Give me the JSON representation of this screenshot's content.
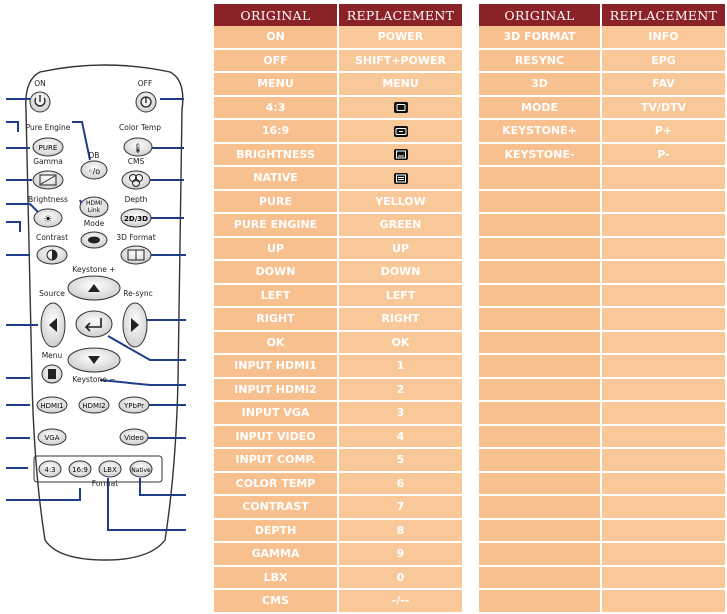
{
  "remote": {
    "labels": {
      "on": "ON",
      "off": "OFF",
      "pure_engine": "Pure Engine",
      "pure": "PURE",
      "color_temp": "Color Temp",
      "db": "DB",
      "gamma": "Gamma",
      "cms": "CMS",
      "brightness": "Brightness",
      "hdmi_link_1": "HDMI",
      "hdmi_link_2": "Link",
      "depth": "Depth",
      "depth_btn": "2D/3D",
      "contrast": "Contrast",
      "mode": "Mode",
      "format_3d": "3D Format",
      "keystone_plus": "Keystone +",
      "source": "Source",
      "resync": "Re-sync",
      "menu": "Menu",
      "keystone_minus": "Keystone −",
      "hdmi1": "HDMI1",
      "hdmi2": "HDMI2",
      "ypbpr": "YPbPr",
      "vga": "VGA",
      "video": "Video",
      "r43": "4:3",
      "r169": "16:9",
      "lbx": "LBX",
      "native": "Native",
      "format": "Format"
    }
  },
  "tables": {
    "left": {
      "headers": {
        "original": "ORIGINAL",
        "replacement": "REPLACEMENT"
      },
      "rows": [
        {
          "original": "ON",
          "replacement": "POWER",
          "icon": ""
        },
        {
          "original": "OFF",
          "replacement": "SHIFT+POWER",
          "icon": ""
        },
        {
          "original": "MENU",
          "replacement": "MENU",
          "icon": ""
        },
        {
          "original": "4:3",
          "replacement": "",
          "icon": "aspect-4-3-key-icon"
        },
        {
          "original": "16:9",
          "replacement": "",
          "icon": "aspect-16-9-key-icon"
        },
        {
          "original": "BRIGHTNESS",
          "replacement": "",
          "icon": "subtitle-key-icon"
        },
        {
          "original": "NATIVE",
          "replacement": "",
          "icon": "teletext-key-icon"
        },
        {
          "original": "PURE",
          "replacement": "YELLOW",
          "icon": ""
        },
        {
          "original": "PURE ENGINE",
          "replacement": "GREEN",
          "icon": ""
        },
        {
          "original": "UP",
          "replacement": "UP",
          "icon": ""
        },
        {
          "original": "DOWN",
          "replacement": "DOWN",
          "icon": ""
        },
        {
          "original": "LEFT",
          "replacement": "LEFT",
          "icon": ""
        },
        {
          "original": "RIGHT",
          "replacement": "RIGHT",
          "icon": ""
        },
        {
          "original": "OK",
          "replacement": "OK",
          "icon": ""
        },
        {
          "original": "INPUT HDMI1",
          "replacement": "1",
          "icon": ""
        },
        {
          "original": "INPUT HDMI2",
          "replacement": "2",
          "icon": ""
        },
        {
          "original": "INPUT VGA",
          "replacement": "3",
          "icon": ""
        },
        {
          "original": "INPUT VIDEO",
          "replacement": "4",
          "icon": ""
        },
        {
          "original": "INPUT COMP.",
          "replacement": "5",
          "icon": ""
        },
        {
          "original": "COLOR TEMP",
          "replacement": "6",
          "icon": ""
        },
        {
          "original": "CONTRAST",
          "replacement": "7",
          "icon": ""
        },
        {
          "original": "DEPTH",
          "replacement": "8",
          "icon": ""
        },
        {
          "original": "GAMMA",
          "replacement": "9",
          "icon": ""
        },
        {
          "original": "LBX",
          "replacement": "0",
          "icon": ""
        },
        {
          "original": "CMS",
          "replacement": "-/--",
          "icon": ""
        }
      ]
    },
    "right": {
      "headers": {
        "original": "ORIGINAL",
        "replacement": "REPLACEMENT"
      },
      "rows": [
        {
          "original": "3D FORMAT",
          "replacement": "INFO"
        },
        {
          "original": "RESYNC",
          "replacement": "EPG"
        },
        {
          "original": "3D",
          "replacement": "FAV"
        },
        {
          "original": "MODE",
          "replacement": "TV/DTV"
        },
        {
          "original": "KEYSTONE+",
          "replacement": "P+"
        },
        {
          "original": "KEYSTONE-",
          "replacement": "P-"
        },
        {
          "original": "",
          "replacement": ""
        },
        {
          "original": "",
          "replacement": ""
        },
        {
          "original": "",
          "replacement": ""
        },
        {
          "original": "",
          "replacement": ""
        },
        {
          "original": "",
          "replacement": ""
        },
        {
          "original": "",
          "replacement": ""
        },
        {
          "original": "",
          "replacement": ""
        },
        {
          "original": "",
          "replacement": ""
        },
        {
          "original": "",
          "replacement": ""
        },
        {
          "original": "",
          "replacement": ""
        },
        {
          "original": "",
          "replacement": ""
        },
        {
          "original": "",
          "replacement": ""
        },
        {
          "original": "",
          "replacement": ""
        },
        {
          "original": "",
          "replacement": ""
        },
        {
          "original": "",
          "replacement": ""
        },
        {
          "original": "",
          "replacement": ""
        },
        {
          "original": "",
          "replacement": ""
        },
        {
          "original": "",
          "replacement": ""
        },
        {
          "original": "",
          "replacement": ""
        }
      ]
    }
  },
  "colors": {
    "header_bg": "#8b2227",
    "cell_bg": "#f7c08e",
    "line_blue": "#1f3d8a"
  }
}
